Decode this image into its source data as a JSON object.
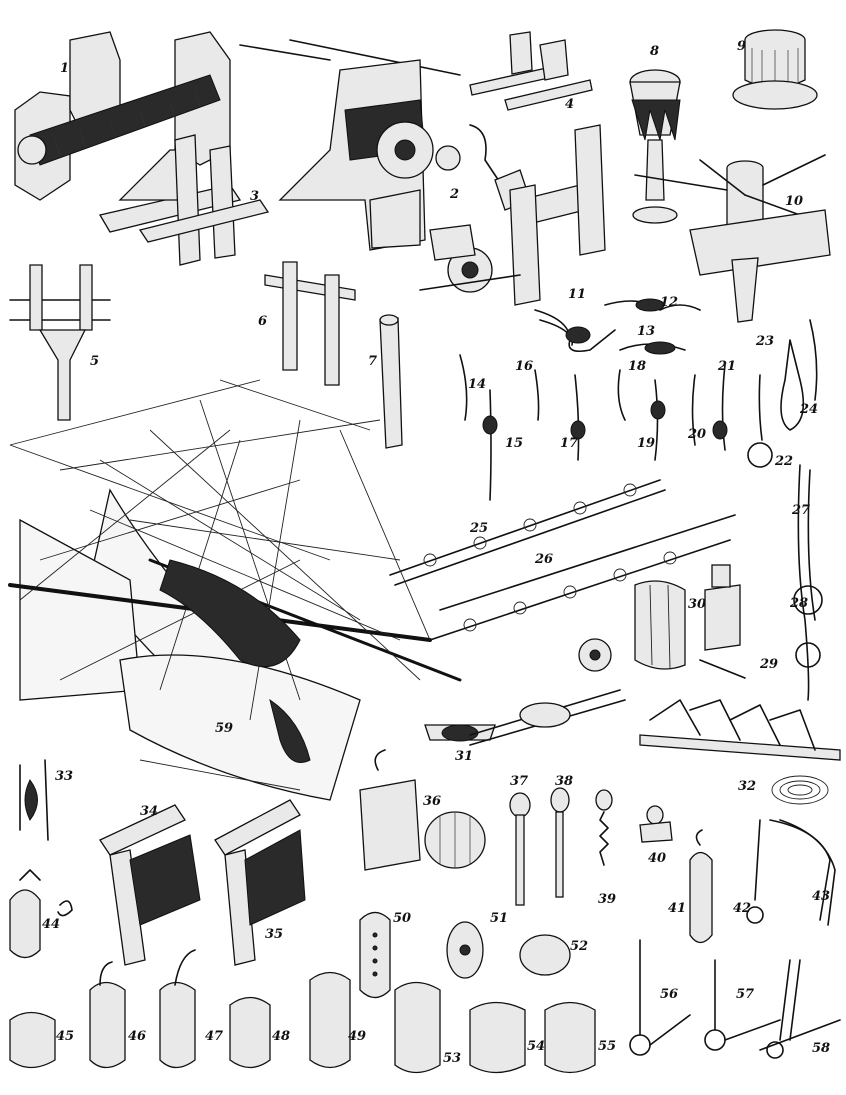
{
  "figure_numbers": [
    "1",
    "2",
    "3",
    "4",
    "5",
    "6",
    "7",
    "8",
    "9",
    "10",
    "11",
    "12",
    "13",
    "14",
    "15",
    "16",
    "17",
    "18",
    "19",
    "20",
    "21",
    "22",
    "23",
    "24",
    "25",
    "26",
    "27",
    "28",
    "29",
    "30",
    "31",
    "32",
    "33",
    "34",
    "35",
    "36",
    "37",
    "38",
    "39",
    "40",
    "41",
    "42",
    "43",
    "44",
    "45",
    "46",
    "47",
    "48",
    "49",
    "50",
    "51",
    "52",
    "53",
    "54",
    "55",
    "56",
    "57",
    "58",
    "59"
  ],
  "icons": [
    "windlass-drawing",
    "capstan-drawing",
    "knot-drawing",
    "block-drawing",
    "bowsprit-rigging-drawing",
    "chain-drawing",
    "eyebolt-drawing"
  ]
}
